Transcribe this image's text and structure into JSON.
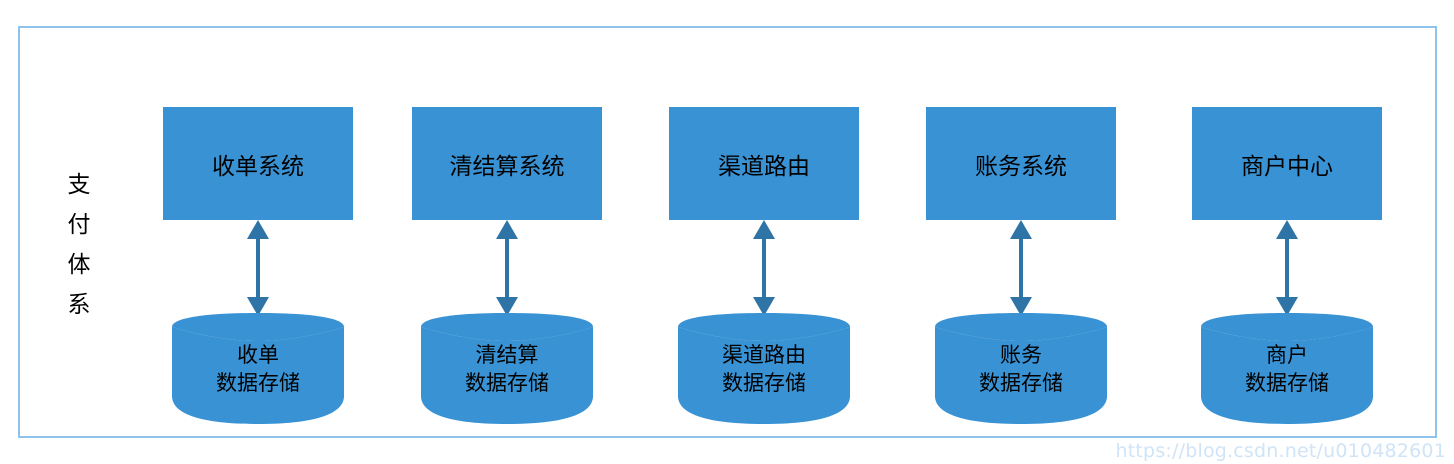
{
  "diagram": {
    "group_label": "支付体系",
    "group_label_chars": [
      "支",
      "付",
      "体",
      "系"
    ],
    "colors": {
      "box_fill": "#3892D4",
      "cylinder_fill": "#3892D4",
      "arrow": "#2E74A6",
      "frame_border": "#8FC3EC",
      "text": "#000000",
      "watermark": "#CFE4F7"
    },
    "columns": [
      {
        "system": "收单系统",
        "datastore_line1": "收单",
        "datastore_line2": "数据存储",
        "connector": "double-headed-vertical-arrow"
      },
      {
        "system": "清结算系统",
        "datastore_line1": "清结算",
        "datastore_line2": "数据存储",
        "connector": "double-headed-vertical-arrow"
      },
      {
        "system": "渠道路由",
        "datastore_line1": "渠道路由",
        "datastore_line2": "数据存储",
        "connector": "double-headed-vertical-arrow"
      },
      {
        "system": "账务系统",
        "datastore_line1": "账务",
        "datastore_line2": "数据存储",
        "connector": "double-headed-vertical-arrow"
      },
      {
        "system": "商户中心",
        "datastore_line1": "商户",
        "datastore_line2": "数据存储",
        "connector": "double-headed-vertical-arrow"
      }
    ]
  },
  "watermark": "https://blog.csdn.net/u010482601"
}
